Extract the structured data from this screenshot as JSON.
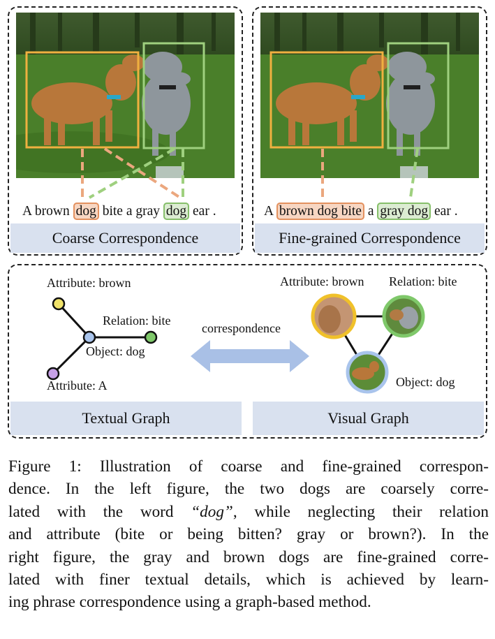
{
  "top_left": {
    "sentence": {
      "pre": "A brown ",
      "hl1": "dog",
      "mid": " bite a gray ",
      "hl2": "dog",
      "post": " ear ."
    },
    "caption": "Coarse Correspondence"
  },
  "top_right": {
    "sentence": {
      "pre": "A ",
      "hl1": "brown dog bite",
      "mid": " a ",
      "hl2": "gray dog",
      "post": " ear ."
    },
    "caption": "Fine-grained Correspondence"
  },
  "textual_graph": {
    "labels": {
      "attr_brown": "Attribute: brown",
      "relation": "Relation: bite",
      "object": "Object: dog",
      "attr_a": "Attribute: A"
    },
    "caption": "Textual Graph"
  },
  "middle": {
    "arrow_label": "correspondence"
  },
  "visual_graph": {
    "labels": {
      "attr_brown": "Attribute: brown",
      "relation": "Relation: bite",
      "object": "Object: dog"
    },
    "caption": "Visual Graph"
  },
  "figure_caption": {
    "label": "Figure 1:",
    "lines": [
      " Illustration of coarse and fine-grained correspon-",
      "dence. In the left figure, the two dogs are coarsely corre-",
      "lated with the word ",
      "and attribute (bite or being bitten? gray or brown?). In the",
      "right figure, the gray and brown dogs are fine-grained corre-",
      "lated with finer textual details, which is achieved by learn-",
      "ing phrase correspondence using a graph-based method."
    ],
    "italic_word": "“dog”",
    "line3_tail": ", while neglecting their relation"
  },
  "colors": {
    "orange": "#f0b040",
    "green": "#9fd07f",
    "band": "#d9e1ef",
    "node_yellow": "#f1e36a",
    "node_blue": "#a9c4ec",
    "node_green": "#7fc86a",
    "node_purple": "#c6a0e6"
  }
}
